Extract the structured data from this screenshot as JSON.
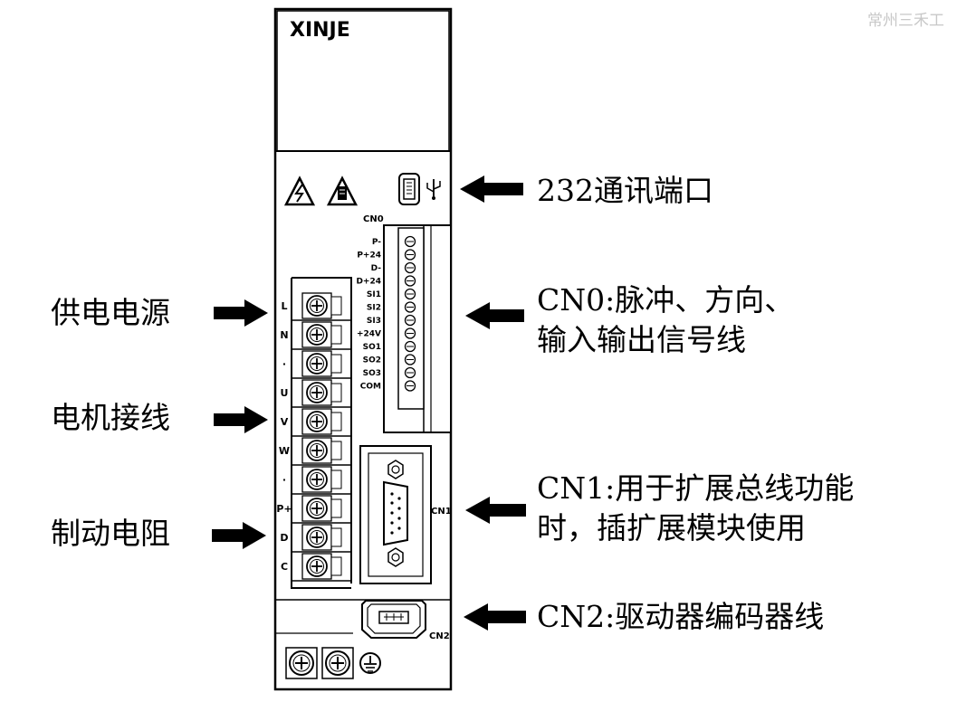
{
  "watermark": "常州三禾工",
  "device": {
    "brand": "XINJE",
    "cn0_label": "CN0",
    "cn1_label": "CN1",
    "cn2_label": "CN2",
    "cn0_pins": [
      "P-",
      "P+24",
      "D-",
      "D+24",
      "SI1",
      "SI2",
      "SI3",
      "+24V",
      "SO1",
      "SO2",
      "SO3",
      "COM"
    ],
    "terminal_labels": [
      "L",
      "N",
      "·",
      "U",
      "V",
      "W",
      "·",
      "P+",
      "D",
      "C"
    ]
  },
  "callouts": {
    "power": "供电电源",
    "motor": "电机接线",
    "brake": "制动电阻",
    "rs232": "232通讯端口",
    "cn0_line1": "CN0:脉冲、方向、",
    "cn0_line2": "输入输出信号线",
    "cn1_line1": "CN1:用于扩展总线功能",
    "cn1_line2": "时，插扩展模块使用",
    "cn2": "CN2:驱动器编码器线"
  },
  "colors": {
    "line": "#000000",
    "background": "#ffffff",
    "watermark": "#c8c8c8"
  }
}
